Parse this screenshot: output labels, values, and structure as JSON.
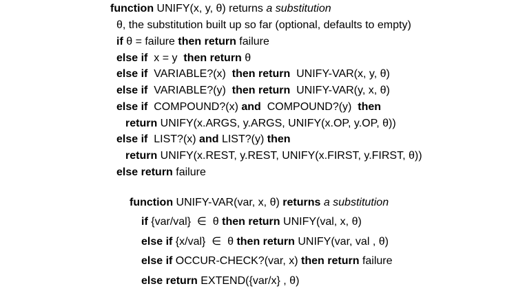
{
  "unify": {
    "lines": [
      [
        {
          "t": "function",
          "s": "b"
        },
        {
          "t": " UNIFY(x, y, θ) returns ",
          "s": "n"
        },
        {
          "t": "a substitution",
          "s": "i"
        }
      ],
      [
        {
          "t": "θ, the substitution built up so far (optional, defaults to empty)",
          "s": "n"
        }
      ],
      [
        {
          "t": "if",
          "s": "b"
        },
        {
          "t": " θ = failure ",
          "s": "n"
        },
        {
          "t": "then return",
          "s": "b"
        },
        {
          "t": " failure",
          "s": "n"
        }
      ],
      [
        {
          "t": "else if",
          "s": "b"
        },
        {
          "t": "  x = y  ",
          "s": "n"
        },
        {
          "t": "then return",
          "s": "b"
        },
        {
          "t": " θ",
          "s": "n"
        }
      ],
      [
        {
          "t": "else if",
          "s": "b"
        },
        {
          "t": "  VARIABLE?(x)  ",
          "s": "n"
        },
        {
          "t": "then return",
          "s": "b"
        },
        {
          "t": "  UNIFY-VAR(x, y, θ)",
          "s": "n"
        }
      ],
      [
        {
          "t": "else if",
          "s": "b"
        },
        {
          "t": "  VARIABLE?(y)  ",
          "s": "n"
        },
        {
          "t": "then return",
          "s": "b"
        },
        {
          "t": "  UNIFY-VAR(y, x, θ)",
          "s": "n"
        }
      ],
      [
        {
          "t": "else if",
          "s": "b"
        },
        {
          "t": "  COMPOUND?(x) ",
          "s": "n"
        },
        {
          "t": "and",
          "s": "b"
        },
        {
          "t": "  COMPOUND?(y)  ",
          "s": "n"
        },
        {
          "t": "then",
          "s": "b"
        }
      ],
      [
        {
          "t": "return",
          "s": "b"
        },
        {
          "t": " UNIFY(x.ARGS, y.ARGS, UNIFY(x.OP, y.OP, θ))",
          "s": "n"
        }
      ],
      [
        {
          "t": "else if",
          "s": "b"
        },
        {
          "t": "  LIST?(x) ",
          "s": "n"
        },
        {
          "t": "and",
          "s": "b"
        },
        {
          "t": " LIST?(y) ",
          "s": "n"
        },
        {
          "t": "then",
          "s": "b"
        }
      ],
      [
        {
          "t": "return",
          "s": "b"
        },
        {
          "t": " UNIFY(x.REST, y.REST, UNIFY(x.FIRST, y.FIRST, θ))",
          "s": "n"
        }
      ],
      [
        {
          "t": "else return",
          "s": "b"
        },
        {
          "t": " failure",
          "s": "n"
        }
      ]
    ]
  },
  "unify_var": {
    "lines": [
      [
        {
          "t": "function",
          "s": "b"
        },
        {
          "t": " UNIFY-VAR(var, x, θ) ",
          "s": "n"
        },
        {
          "t": "returns",
          "s": "b"
        },
        {
          "t": " ",
          "s": "n"
        },
        {
          "t": "a substitution",
          "s": "i"
        }
      ],
      [
        {
          "t": "if",
          "s": "b"
        },
        {
          "t": " {var/val}  ∈  θ ",
          "s": "n"
        },
        {
          "t": "then return",
          "s": "b"
        },
        {
          "t": " UNIFY(val, x, θ)",
          "s": "n"
        }
      ],
      [
        {
          "t": "else if",
          "s": "b"
        },
        {
          "t": " {x/val}  ∈  θ ",
          "s": "n"
        },
        {
          "t": "then return",
          "s": "b"
        },
        {
          "t": " UNIFY(var, val , θ)",
          "s": "n"
        }
      ],
      [
        {
          "t": "else if",
          "s": "b"
        },
        {
          "t": " OCCUR-CHECK?(var, x) ",
          "s": "n"
        },
        {
          "t": "then return",
          "s": "b"
        },
        {
          "t": " failure",
          "s": "n"
        }
      ],
      [
        {
          "t": "else return",
          "s": "b"
        },
        {
          "t": " EXTEND({var/x} , θ)",
          "s": "n"
        }
      ]
    ]
  }
}
